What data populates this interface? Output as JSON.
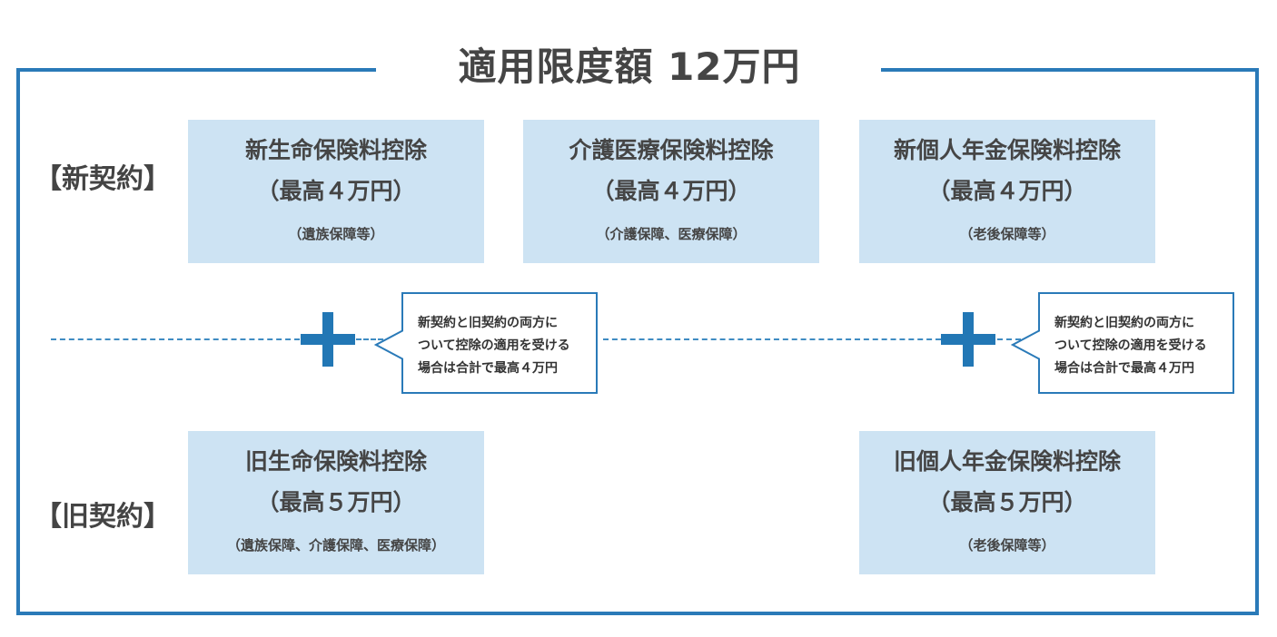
{
  "title": "適用限度額 12万円",
  "rows": {
    "new_label": "【新契約】",
    "old_label": "【旧契約】"
  },
  "boxes": {
    "new_life": {
      "name": "新生命保険料控除",
      "max": "（最高４万円）",
      "note": "（遺族保障等）"
    },
    "new_care": {
      "name": "介護医療保険料控除",
      "max": "（最高４万円）",
      "note": "（介護保障、医療保障）"
    },
    "new_pension": {
      "name": "新個人年金保険料控除",
      "max": "（最高４万円）",
      "note": "（老後保障等）"
    },
    "old_life": {
      "name": "旧生命保険料控除",
      "max": "（最高５万円）",
      "note": "（遺族保障、介護保障、医療保障）"
    },
    "old_pension": {
      "name": "旧個人年金保険料控除",
      "max": "（最高５万円）",
      "note": "（老後保障等）"
    }
  },
  "callout": {
    "lines": [
      "新契約と旧契約の両方に",
      "ついて控除の適用を受ける",
      "場合は合計で最高４万円"
    ]
  },
  "colors": {
    "frame": "#2a7ab8",
    "box_fill": "#cde3f3",
    "plus": "#2277b5",
    "dash": "#3f8cc2"
  },
  "icons": {
    "plus": "plus-icon"
  }
}
